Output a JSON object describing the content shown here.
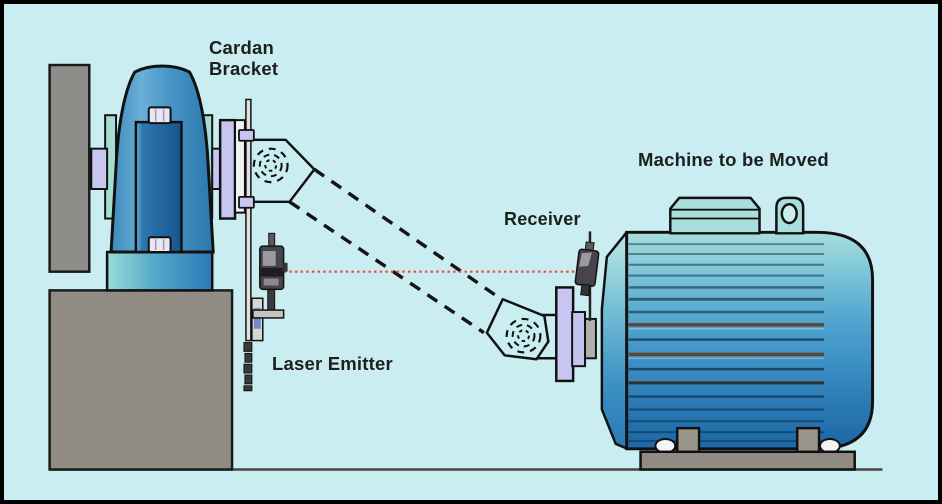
{
  "labels": {
    "cardan_bracket_line1": "Cardan",
    "cardan_bracket_line2": "Bracket",
    "laser_emitter": "Laser Emitter",
    "receiver": "Receiver",
    "machine_to_be_moved": "Machine to be Moved"
  },
  "colors": {
    "background": "#c9edf0",
    "frame_border": "#000000",
    "laser_beam_red": "#e8453c",
    "shaft_dash_black": "#141414",
    "flange_lavender": "#c6c6f0",
    "machine_body_blue": "#4a97c8",
    "machine_inner_blue": "#1d5f9e",
    "motor_top_teal": "#a9dedd",
    "motor_bottom_blue": "#1d67a6",
    "fin_brown": "#5c4634",
    "pedestal_gray": "#908c84",
    "wall_gray": "#8d8d89",
    "side_plate_teal": "#a5dcd4",
    "label_text": "#1e1e1e"
  }
}
